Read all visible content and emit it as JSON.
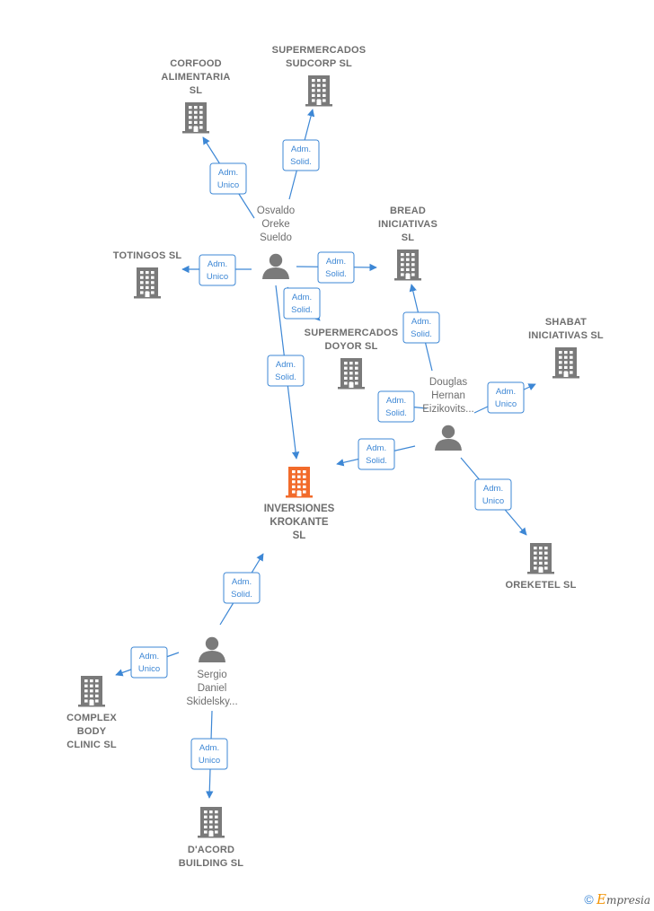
{
  "colors": {
    "edge": "#3d87d5",
    "company": "#7a7a7a",
    "focus": "#f26b2b",
    "person": "#7a7a7a"
  },
  "companies": [
    {
      "id": "corfood",
      "lines": [
        "CORFOOD",
        "ALIMENTARIA",
        "SL"
      ],
      "icon": "building-icon"
    },
    {
      "id": "sudcorp",
      "lines": [
        "SUPERMERCADOS",
        "SUDCORP  SL"
      ],
      "icon": "building-icon"
    },
    {
      "id": "bread",
      "lines": [
        "BREAD",
        "INICIATIVAS",
        "SL"
      ],
      "icon": "building-icon"
    },
    {
      "id": "totingos",
      "lines": [
        "TOTINGOS  SL"
      ],
      "icon": "building-icon"
    },
    {
      "id": "doyor",
      "lines": [
        "SUPERMERCADOS",
        "DOYOR  SL"
      ],
      "icon": "building-icon"
    },
    {
      "id": "shabat",
      "lines": [
        "SHABAT",
        "INICIATIVAS SL"
      ],
      "icon": "building-icon"
    },
    {
      "id": "krokante",
      "lines": [
        "INVERSIONES",
        "KROKANTE",
        "SL"
      ],
      "icon": "building-icon",
      "focus": true
    },
    {
      "id": "oreketel",
      "lines": [
        "OREKETEL SL"
      ],
      "icon": "building-icon"
    },
    {
      "id": "complex",
      "lines": [
        "COMPLEX",
        "BODY",
        "CLINIC  SL"
      ],
      "icon": "building-icon"
    },
    {
      "id": "dacord",
      "lines": [
        "D'ACORD",
        "BUILDING  SL"
      ],
      "icon": "building-icon"
    }
  ],
  "persons": [
    {
      "id": "osvaldo",
      "lines": [
        "Osvaldo",
        "Oreke",
        "Sueldo"
      ],
      "icon": "person-icon"
    },
    {
      "id": "douglas",
      "lines": [
        "Douglas",
        "Hernan",
        "Eizikovits..."
      ],
      "icon": "person-icon"
    },
    {
      "id": "sergio",
      "lines": [
        "Sergio",
        "Daniel",
        "Skidelsky..."
      ],
      "icon": "person-icon"
    }
  ],
  "edges": [
    {
      "from": "osvaldo",
      "to": "corfood",
      "lines": [
        "Adm.",
        "Unico"
      ]
    },
    {
      "from": "osvaldo",
      "to": "sudcorp",
      "lines": [
        "Adm.",
        "Solid."
      ]
    },
    {
      "from": "osvaldo",
      "to": "totingos",
      "lines": [
        "Adm.",
        "Unico"
      ]
    },
    {
      "from": "osvaldo",
      "to": "bread",
      "lines": [
        "Adm.",
        "Solid."
      ]
    },
    {
      "from": "osvaldo",
      "to": "doyor",
      "lines": [
        "Adm.",
        "Solid."
      ]
    },
    {
      "from": "osvaldo",
      "to": "krokante",
      "lines": [
        "Adm.",
        "Solid."
      ]
    },
    {
      "from": "douglas",
      "to": "bread",
      "lines": [
        "Adm.",
        "Solid."
      ]
    },
    {
      "from": "douglas",
      "to": "shabat",
      "lines": [
        "Adm.",
        "Unico"
      ]
    },
    {
      "from": "douglas",
      "to": "doyor",
      "lines": [
        "Adm.",
        "Solid."
      ]
    },
    {
      "from": "douglas",
      "to": "krokante",
      "lines": [
        "Adm.",
        "Solid."
      ]
    },
    {
      "from": "douglas",
      "to": "oreketel",
      "lines": [
        "Adm.",
        "Unico"
      ]
    },
    {
      "from": "sergio",
      "to": "krokante",
      "lines": [
        "Adm.",
        "Solid."
      ]
    },
    {
      "from": "sergio",
      "to": "complex",
      "lines": [
        "Adm.",
        "Unico"
      ]
    },
    {
      "from": "sergio",
      "to": "dacord",
      "lines": [
        "Adm.",
        "Unico"
      ]
    }
  ],
  "watermark": {
    "symbol": "©",
    "brand_first": "E",
    "brand_rest": "mpresia"
  }
}
